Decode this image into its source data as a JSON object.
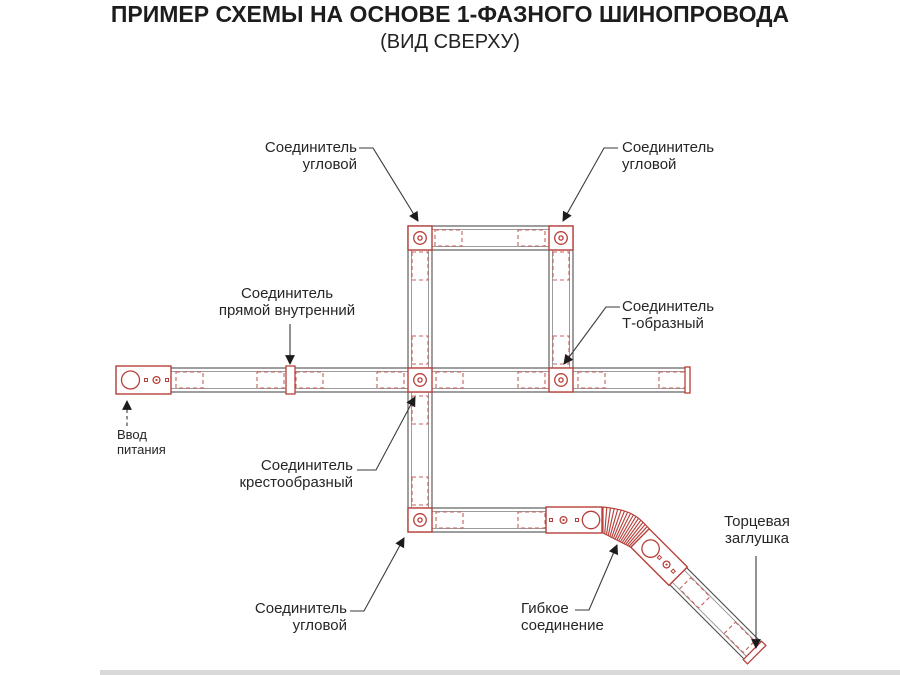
{
  "title": {
    "main": "ПРИМЕР СХЕМЫ НА ОСНОВЕ 1-ФАЗНОГО ШИНОПРОВОДА",
    "sub": "(ВИД СВЕРХУ)"
  },
  "labels": {
    "connector_corner_top_left": [
      "Соединитель",
      "угловой"
    ],
    "connector_corner_top_right": [
      "Соединитель",
      "угловой"
    ],
    "connector_straight_internal": [
      "Соединитель",
      "прямой внутренний"
    ],
    "connector_tee": [
      "Соединитель",
      "Т-образный"
    ],
    "power_input": [
      "Ввод",
      "питания"
    ],
    "connector_cross": [
      "Соединитель",
      "крестообразный"
    ],
    "connector_corner_bottom": [
      "Соединитель",
      "угловой"
    ],
    "flexible_connection": [
      "Гибкое",
      "соединение"
    ],
    "end_cap": [
      "Торцевая",
      "заглушка"
    ]
  },
  "colors": {
    "accent_red": "#b6403a",
    "dashed_red": "#c4615c",
    "track_line": "#4f4f4f",
    "track_inner_line": "#9c9c9c",
    "leader_line": "#3a3a3a",
    "text": "#262626",
    "footer_bar": "#d9d9d9"
  }
}
